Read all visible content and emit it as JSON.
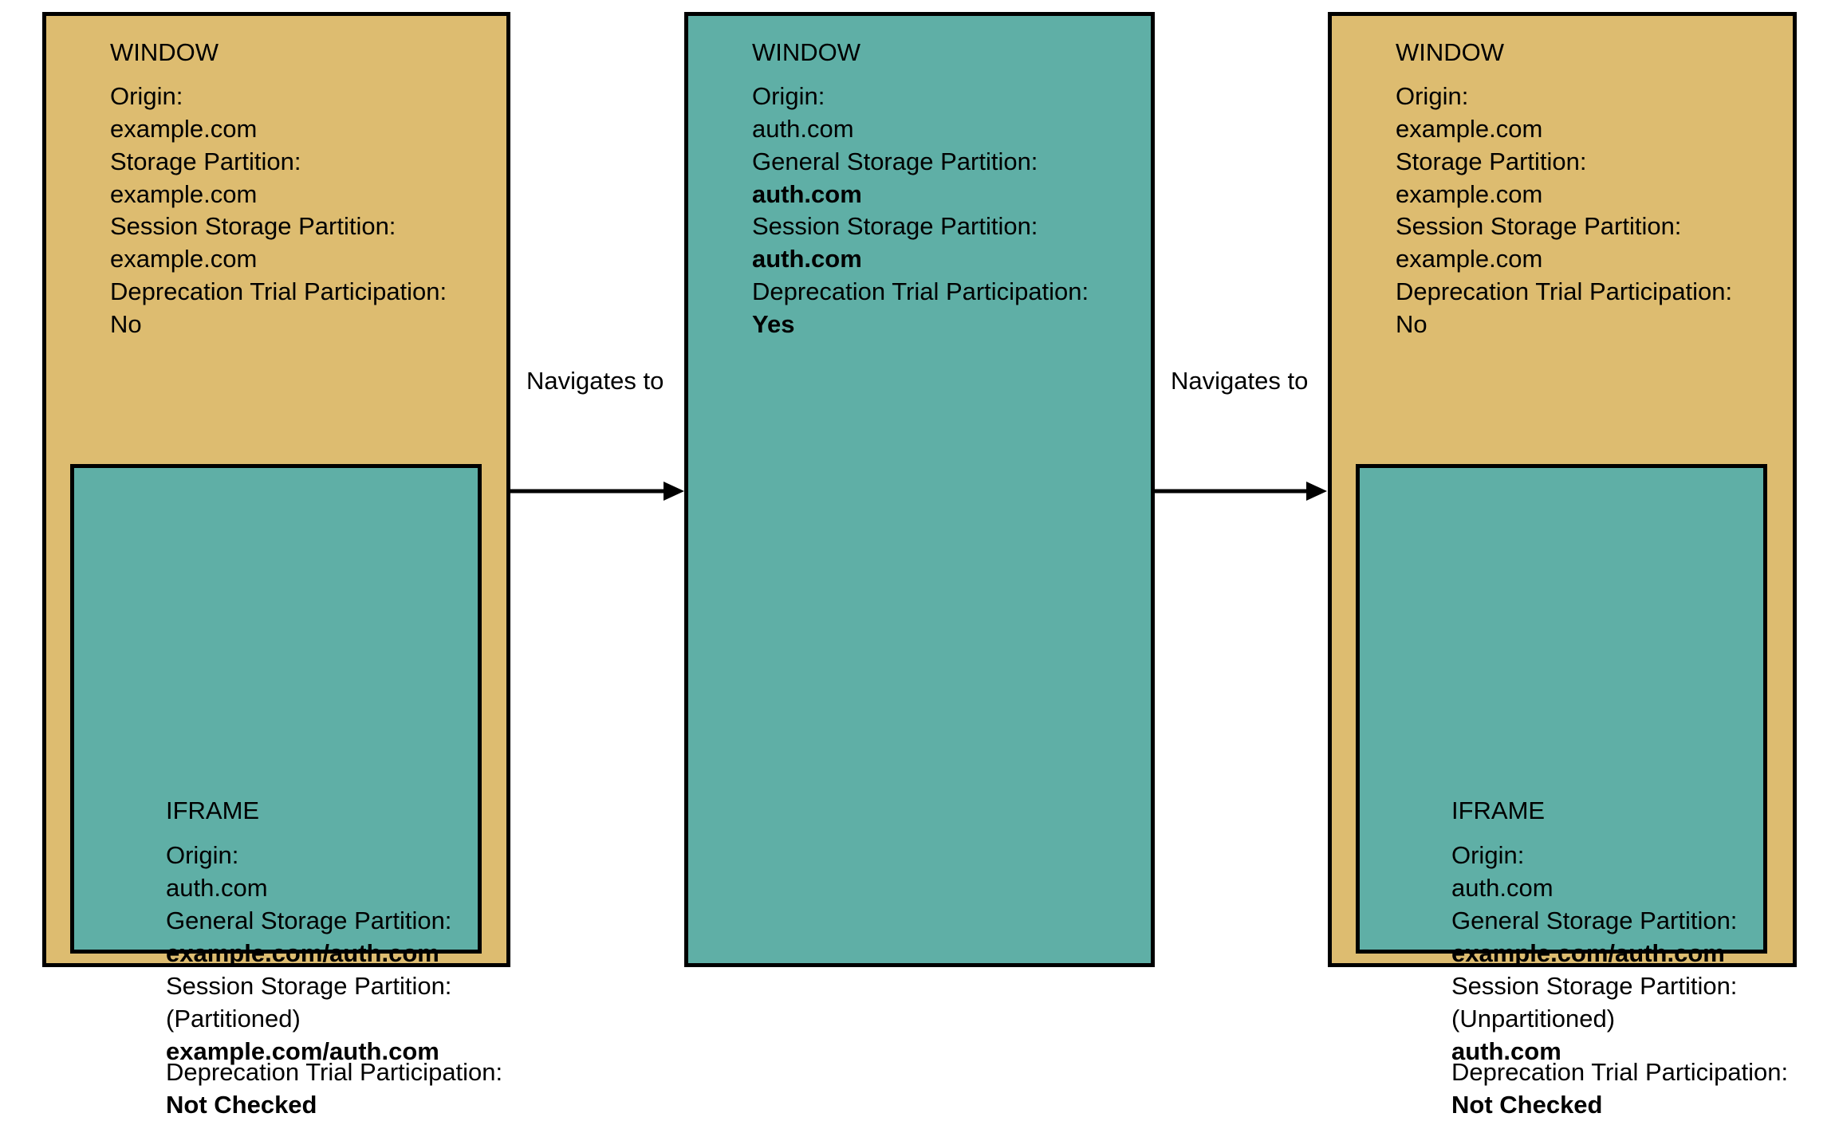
{
  "diagram": {
    "colors": {
      "window_gold": "#DDBC70",
      "iframe_teal": "#5FAFA6",
      "stroke": "#000000",
      "background": "#FFFFFF"
    },
    "panels": [
      {
        "id": "panel-1",
        "kind": "window",
        "title": "WINDOW",
        "fill": "#DDBC70",
        "fields": [
          {
            "label": "Origin:",
            "value": "example.com",
            "bold": false
          },
          {
            "label": "Storage Partition:",
            "value": "example.com",
            "bold": false
          },
          {
            "label": "Session Storage Partition:",
            "value": "example.com",
            "bold": false
          },
          {
            "label": "Deprecation Trial Participation:",
            "value": "No",
            "bold": false
          }
        ],
        "child": {
          "id": "iframe-1",
          "kind": "iframe",
          "title": "IFRAME",
          "fill": "#5FAFA6",
          "fields": [
            {
              "label": "Origin:",
              "value": "auth.com",
              "bold": false
            },
            {
              "label": "General Storage Partition:",
              "value": "example.com/auth.com",
              "bold": true
            },
            {
              "label": "Session Storage Partition:",
              "sub": "(Partitioned)",
              "value": "example.com/auth.com",
              "bold": true
            },
            {
              "label": "Deprecation Trial Participation:",
              "value": "Not Checked",
              "bold": true
            }
          ]
        }
      },
      {
        "id": "panel-2",
        "kind": "window",
        "title": "WINDOW",
        "fill": "#5FAFA6",
        "fields": [
          {
            "label": "Origin:",
            "value": "auth.com",
            "bold": false
          },
          {
            "label": "General Storage Partition:",
            "value": "auth.com",
            "bold": true
          },
          {
            "label": "Session Storage Partition:",
            "value": "auth.com",
            "bold": true
          },
          {
            "label": "Deprecation Trial Participation:",
            "value": "Yes",
            "bold": true
          }
        ],
        "child": null
      },
      {
        "id": "panel-3",
        "kind": "window",
        "title": "WINDOW",
        "fill": "#DDBC70",
        "fields": [
          {
            "label": "Origin:",
            "value": "example.com",
            "bold": false
          },
          {
            "label": "Storage Partition:",
            "value": "example.com",
            "bold": false
          },
          {
            "label": "Session Storage Partition:",
            "value": "example.com",
            "bold": false
          },
          {
            "label": "Deprecation Trial Participation:",
            "value": "No",
            "bold": false
          }
        ],
        "child": {
          "id": "iframe-3",
          "kind": "iframe",
          "title": "IFRAME",
          "fill": "#5FAFA6",
          "fields": [
            {
              "label": "Origin:",
              "value": "auth.com",
              "bold": false
            },
            {
              "label": "General Storage Partition:",
              "value": "example.com/auth.com",
              "bold": true
            },
            {
              "label": "Session Storage Partition:",
              "sub": "(Unpartitioned)",
              "value": "auth.com",
              "bold": true
            },
            {
              "label": "Deprecation Trial Participation:",
              "value": "Not Checked",
              "bold": true
            }
          ]
        }
      }
    ],
    "arrows": [
      {
        "id": "arrow-1",
        "label": "Navigates to",
        "from": "panel-1",
        "to": "panel-2"
      },
      {
        "id": "arrow-2",
        "label": "Navigates to",
        "from": "panel-2",
        "to": "panel-3"
      }
    ]
  }
}
